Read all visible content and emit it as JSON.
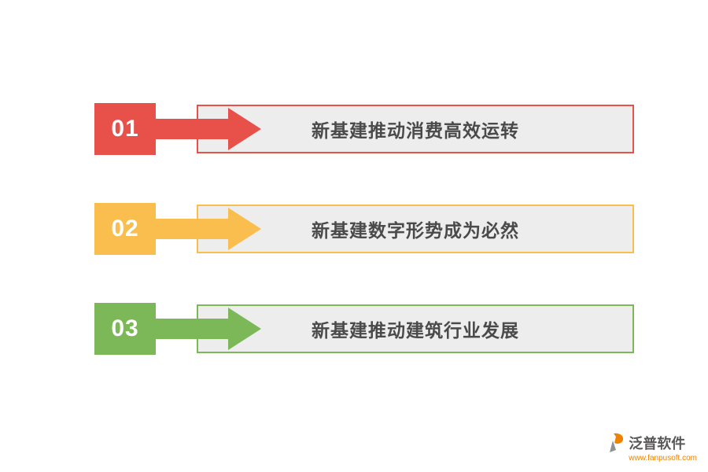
{
  "items": [
    {
      "number": "01",
      "label": "新基建推动消费高效运转",
      "color": "#e8514a"
    },
    {
      "number": "02",
      "label": "新基建数字形势成为必然",
      "color": "#f9be4e"
    },
    {
      "number": "03",
      "label": "新基建推动建筑行业发展",
      "color": "#7cb857"
    }
  ],
  "style": {
    "box_background": "#ededed",
    "title_color": "#4a4a4a"
  },
  "footer": {
    "brand": "泛普软件",
    "url": "www.fanpusoft.com",
    "brand_color": "#595757",
    "url_color": "#ef8200",
    "icon_orange": "#ef8200",
    "icon_gray": "#8f9194"
  }
}
